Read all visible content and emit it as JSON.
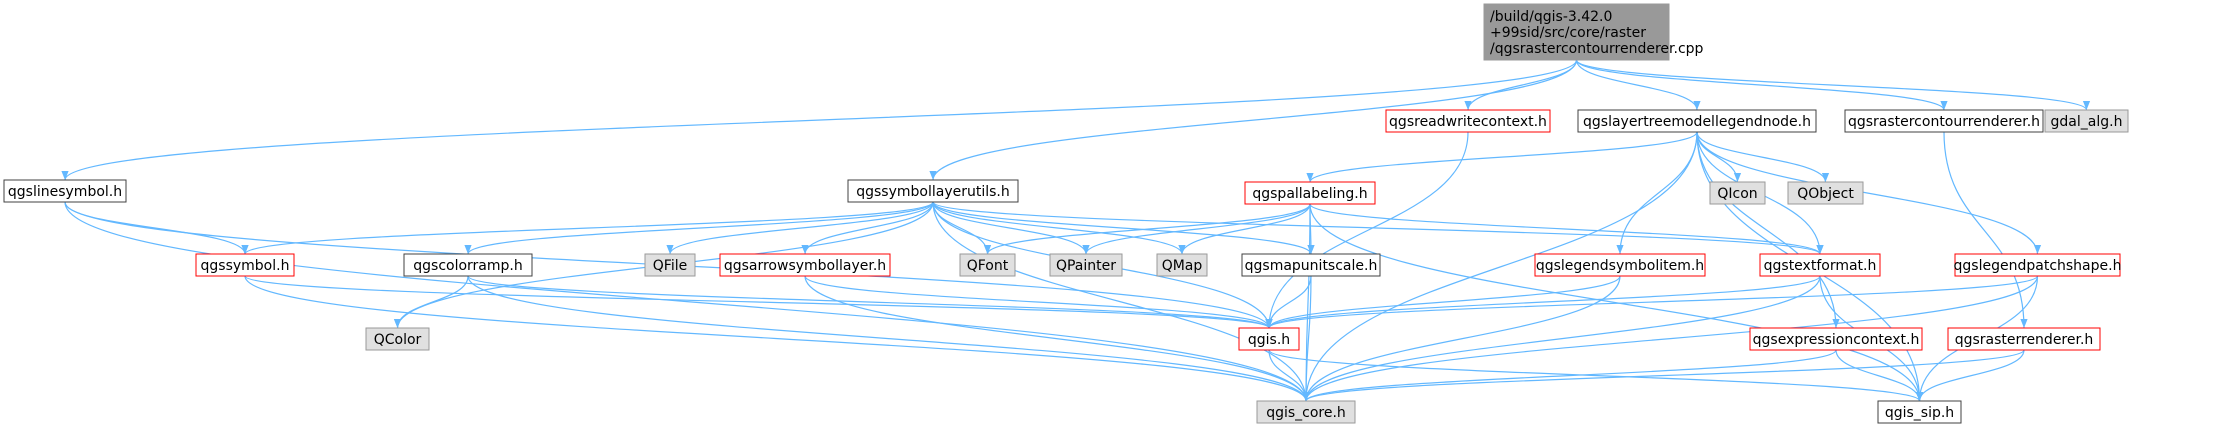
{
  "diagram": {
    "type": "include-dependency-graph",
    "colors": {
      "edge": "#63b8ff",
      "root_fill": "#999999",
      "gray_fill": "#e0e0e0",
      "white_fill": "#ffffff",
      "red_border": "#ff0000",
      "dark_border": "#404040",
      "gray_border": "#999999",
      "text": "#000000"
    },
    "nodes": [
      {
        "id": "root",
        "lines": [
          "/build/qgis-3.42.0",
          "+99sid/src/core/raster",
          "/qgsrastercontourrenderer.cpp"
        ],
        "style": "root"
      },
      {
        "id": "linesymbol",
        "lines": [
          "qgslinesymbol.h"
        ],
        "style": "dark"
      },
      {
        "id": "symbollayerutils",
        "lines": [
          "qgssymbollayerutils.h"
        ],
        "style": "dark"
      },
      {
        "id": "readwritecontext",
        "lines": [
          "qgsreadwritecontext.h"
        ],
        "style": "red"
      },
      {
        "id": "layertreemodellegendnode",
        "lines": [
          "qgslayertreemodellegendnode.h"
        ],
        "style": "dark"
      },
      {
        "id": "rastercontourrenderer_h",
        "lines": [
          "qgsrastercontourrenderer.h"
        ],
        "style": "dark"
      },
      {
        "id": "gdal_alg",
        "lines": [
          "gdal_alg.h"
        ],
        "style": "gray"
      },
      {
        "id": "symbol",
        "lines": [
          "qgssymbol.h"
        ],
        "style": "red"
      },
      {
        "id": "colorramp",
        "lines": [
          "qgscolorramp.h"
        ],
        "style": "dark"
      },
      {
        "id": "qfile",
        "lines": [
          "QFile"
        ],
        "style": "gray"
      },
      {
        "id": "arrowsymbollayer",
        "lines": [
          "qgsarrowsymbollayer.h"
        ],
        "style": "red"
      },
      {
        "id": "qfont",
        "lines": [
          "QFont"
        ],
        "style": "gray"
      },
      {
        "id": "qpainter",
        "lines": [
          "QPainter"
        ],
        "style": "gray"
      },
      {
        "id": "qmap",
        "lines": [
          "QMap"
        ],
        "style": "gray"
      },
      {
        "id": "mapunitscale",
        "lines": [
          "qgsmapunitscale.h"
        ],
        "style": "dark"
      },
      {
        "id": "pallabeling",
        "lines": [
          "qgspallabeling.h"
        ],
        "style": "red"
      },
      {
        "id": "qicon",
        "lines": [
          "QIcon"
        ],
        "style": "gray"
      },
      {
        "id": "qobject",
        "lines": [
          "QObject"
        ],
        "style": "gray"
      },
      {
        "id": "legendsymbolitem",
        "lines": [
          "qgslegendsymbolitem.h"
        ],
        "style": "red"
      },
      {
        "id": "textformat",
        "lines": [
          "qgstextformat.h"
        ],
        "style": "red"
      },
      {
        "id": "legendpatchshape",
        "lines": [
          "qgslegendpatchshape.h"
        ],
        "style": "red"
      },
      {
        "id": "qcolor",
        "lines": [
          "QColor"
        ],
        "style": "gray"
      },
      {
        "id": "qgis_h",
        "lines": [
          "qgis.h"
        ],
        "style": "red"
      },
      {
        "id": "expressioncontext",
        "lines": [
          "qgsexpressioncontext.h"
        ],
        "style": "red"
      },
      {
        "id": "rasterrenderer",
        "lines": [
          "qgsrasterrenderer.h"
        ],
        "style": "red"
      },
      {
        "id": "qgis_core",
        "lines": [
          "qgis_core.h"
        ],
        "style": "gray"
      },
      {
        "id": "qgis_sip",
        "lines": [
          "qgis_sip.h"
        ],
        "style": "dark"
      }
    ],
    "edges": [
      [
        "root",
        "linesymbol"
      ],
      [
        "root",
        "symbollayerutils"
      ],
      [
        "root",
        "readwritecontext"
      ],
      [
        "root",
        "layertreemodellegendnode"
      ],
      [
        "root",
        "rastercontourrenderer_h"
      ],
      [
        "root",
        "gdal_alg"
      ],
      [
        "linesymbol",
        "symbol"
      ],
      [
        "linesymbol",
        "qgis_h"
      ],
      [
        "linesymbol",
        "qgis_core"
      ],
      [
        "symbollayerutils",
        "symbol"
      ],
      [
        "symbollayerutils",
        "colorramp"
      ],
      [
        "symbollayerutils",
        "qfile"
      ],
      [
        "symbollayerutils",
        "arrowsymbollayer"
      ],
      [
        "symbollayerutils",
        "qfont"
      ],
      [
        "symbollayerutils",
        "qpainter"
      ],
      [
        "symbollayerutils",
        "qmap"
      ],
      [
        "symbollayerutils",
        "mapunitscale"
      ],
      [
        "symbollayerutils",
        "textformat"
      ],
      [
        "symbollayerutils",
        "qcolor"
      ],
      [
        "symbollayerutils",
        "qgis_h"
      ],
      [
        "symbollayerutils",
        "qgis_core"
      ],
      [
        "readwritecontext",
        "qgis_h"
      ],
      [
        "layertreemodellegendnode",
        "pallabeling"
      ],
      [
        "layertreemodellegendnode",
        "qicon"
      ],
      [
        "layertreemodellegendnode",
        "qobject"
      ],
      [
        "layertreemodellegendnode",
        "legendsymbolitem"
      ],
      [
        "layertreemodellegendnode",
        "textformat"
      ],
      [
        "layertreemodellegendnode",
        "legendpatchshape"
      ],
      [
        "layertreemodellegendnode",
        "expressioncontext"
      ],
      [
        "layertreemodellegendnode",
        "qgis_core"
      ],
      [
        "layertreemodellegendnode",
        "qgis_sip"
      ],
      [
        "rastercontourrenderer_h",
        "rasterrenderer"
      ],
      [
        "pallabeling",
        "qfont"
      ],
      [
        "pallabeling",
        "qpainter"
      ],
      [
        "pallabeling",
        "qmap"
      ],
      [
        "pallabeling",
        "mapunitscale"
      ],
      [
        "pallabeling",
        "textformat"
      ],
      [
        "pallabeling",
        "qgis_core"
      ],
      [
        "pallabeling",
        "qgis_sip"
      ],
      [
        "symbol",
        "qgis_h"
      ],
      [
        "symbol",
        "qgis_core"
      ],
      [
        "colorramp",
        "qcolor"
      ],
      [
        "colorramp",
        "qgis_h"
      ],
      [
        "colorramp",
        "qgis_core"
      ],
      [
        "arrowsymbollayer",
        "qgis_h"
      ],
      [
        "arrowsymbollayer",
        "qgis_core"
      ],
      [
        "mapunitscale",
        "qgis_h"
      ],
      [
        "mapunitscale",
        "qgis_core"
      ],
      [
        "legendsymbolitem",
        "qgis_h"
      ],
      [
        "legendsymbolitem",
        "qgis_core"
      ],
      [
        "textformat",
        "qgis_h"
      ],
      [
        "textformat",
        "qgis_core"
      ],
      [
        "textformat",
        "qgis_sip"
      ],
      [
        "legendpatchshape",
        "qgis_h"
      ],
      [
        "legendpatchshape",
        "qgis_core"
      ],
      [
        "legendpatchshape",
        "qgis_sip"
      ],
      [
        "qgis_h",
        "qgis_core"
      ],
      [
        "qgis_h",
        "qgis_sip"
      ],
      [
        "expressioncontext",
        "qgis_core"
      ],
      [
        "expressioncontext",
        "qgis_sip"
      ],
      [
        "rasterrenderer",
        "qgis_core"
      ],
      [
        "rasterrenderer",
        "qgis_sip"
      ]
    ]
  }
}
